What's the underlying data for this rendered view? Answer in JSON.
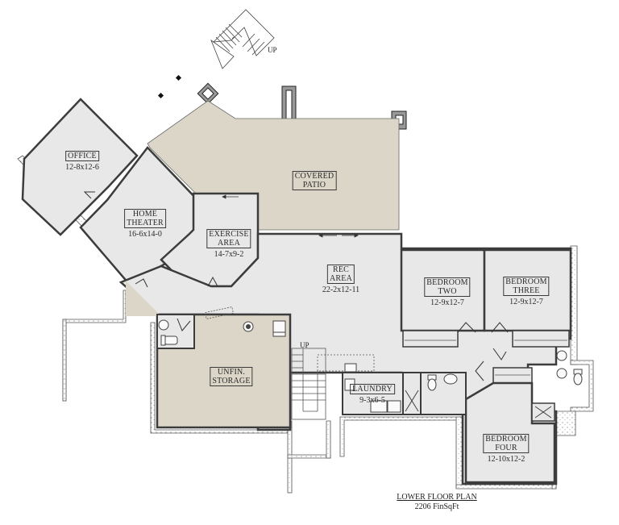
{
  "plan": {
    "title": "LOWER FLOOR PLAN",
    "area": "2206 FinSqFt"
  },
  "colors": {
    "interior_fill": "#e8e8e8",
    "unfinished_fill": "#dcd6c8",
    "wall": "#3c3c3c",
    "foundation_wall": "#ffffff"
  },
  "rooms": [
    {
      "name": "OFFICE",
      "dim": "12-8x12-6"
    },
    {
      "name": "HOME THEATER",
      "name_l1": "HOME",
      "name_l2": "THEATER",
      "dim": "16-6x14-0"
    },
    {
      "name": "EXERCISE AREA",
      "name_l1": "EXERCISE",
      "name_l2": "AREA",
      "dim": "14-7x9-2"
    },
    {
      "name": "COVERED PATIO",
      "name_l1": "COVERED",
      "name_l2": "PATIO",
      "dim": ""
    },
    {
      "name": "REC AREA",
      "name_l1": "REC",
      "name_l2": "AREA",
      "dim": "22-2x12-11"
    },
    {
      "name": "BEDROOM TWO",
      "name_l1": "BEDROOM",
      "name_l2": "TWO",
      "dim": "12-9x12-7"
    },
    {
      "name": "BEDROOM THREE",
      "name_l1": "BEDROOM",
      "name_l2": "THREE",
      "dim": "12-9x12-7"
    },
    {
      "name": "UNFIN. STORAGE",
      "name_l1": "UNFIN.",
      "name_l2": "STORAGE",
      "dim": ""
    },
    {
      "name": "LAUNDRY",
      "dim": "9-3x6-5"
    },
    {
      "name": "BEDROOM FOUR",
      "name_l1": "BEDROOM",
      "name_l2": "FOUR",
      "dim": "12-10x12-2"
    }
  ],
  "annotations": {
    "stair_up_top": "UP",
    "stair_up_main": "UP"
  },
  "icons": {
    "stairs": "stairs-icon",
    "toilet": "toilet-icon",
    "sink": "sink-icon",
    "water_heater": "water-heater-icon",
    "furnace": "furnace-icon",
    "column": "column-icon"
  }
}
